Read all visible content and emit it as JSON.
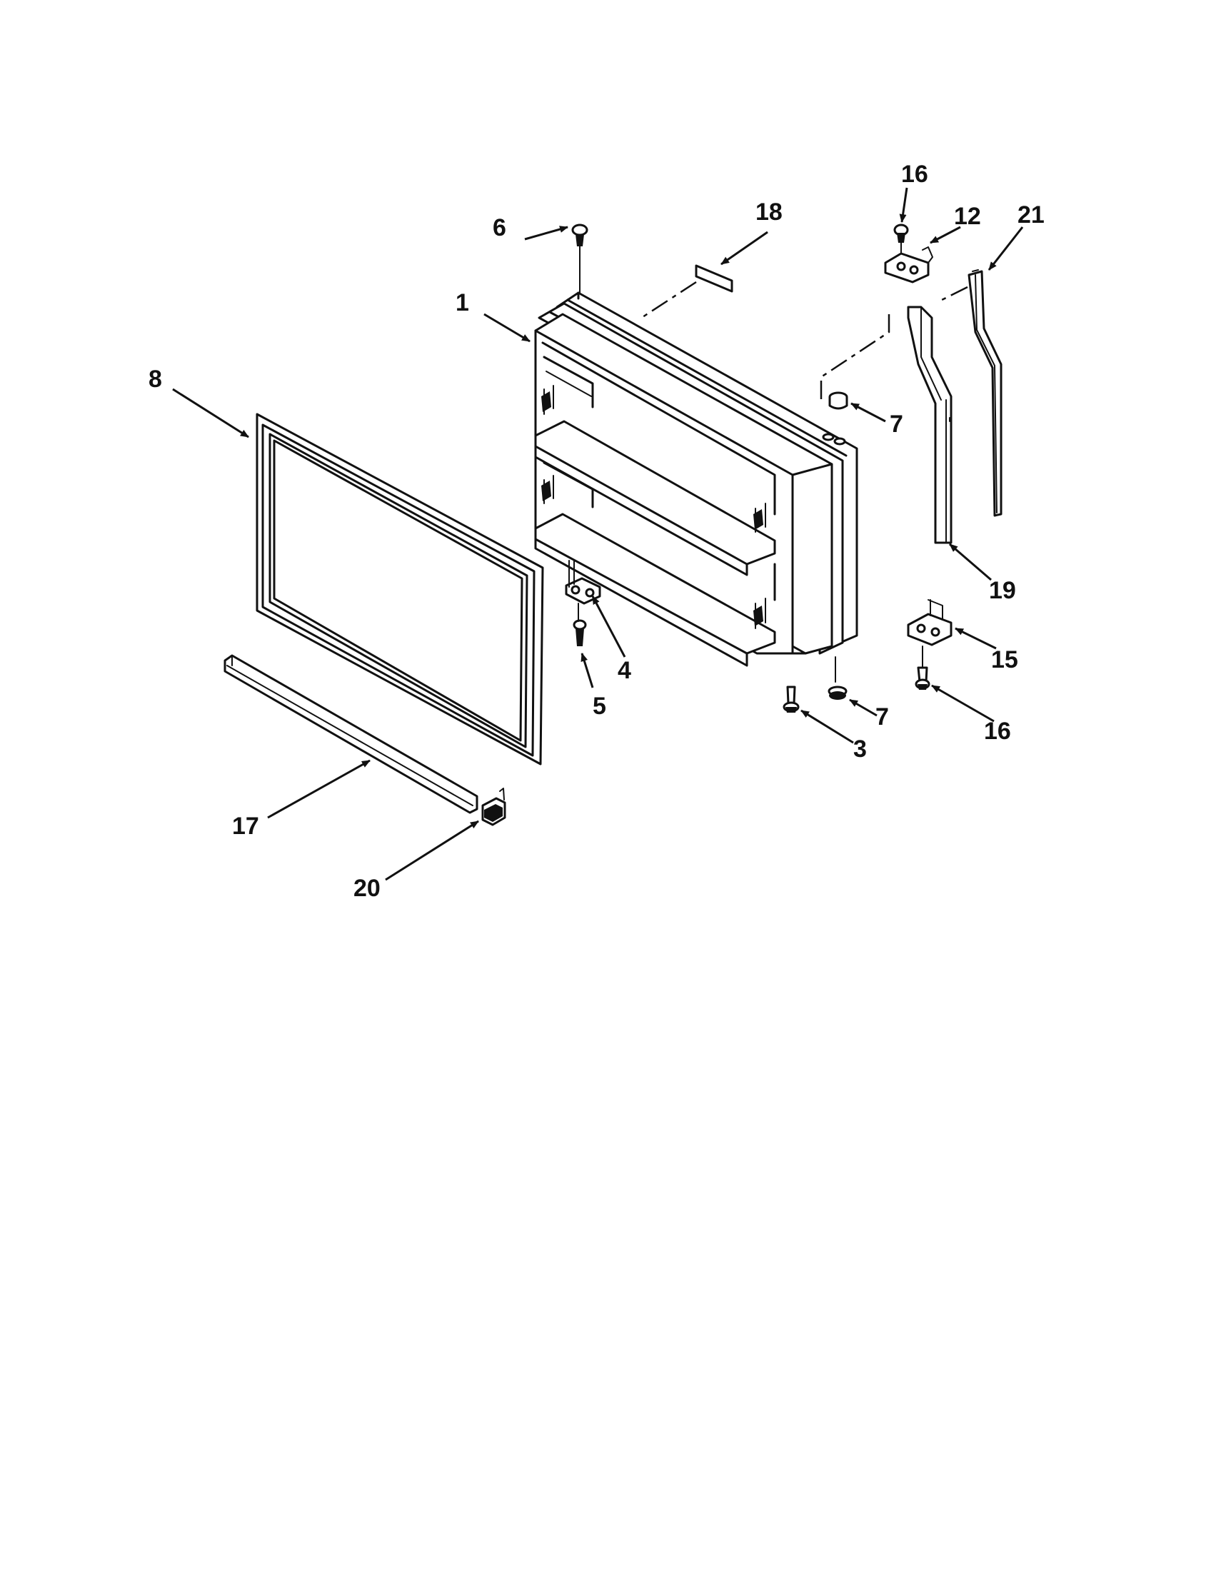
{
  "callouts": {
    "c1": "1",
    "c3": "3",
    "c4": "4",
    "c5": "5",
    "c6": "6",
    "c7a": "7",
    "c7b": "7",
    "c8": "8",
    "c12": "12",
    "c15": "15",
    "c16a": "16",
    "c16b": "16",
    "c17": "17",
    "c18": "18",
    "c19": "19",
    "c20": "20",
    "c21": "21"
  },
  "colors": {
    "line": "#111111",
    "background": "#ffffff"
  }
}
